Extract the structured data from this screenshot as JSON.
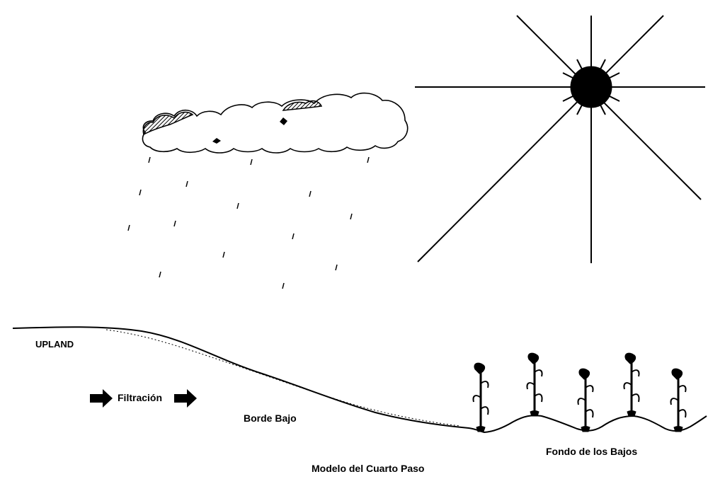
{
  "diagram": {
    "caption": "Modelo del Cuarto Paso",
    "labels": {
      "upland": "UPLAND",
      "filtration": "Filtración",
      "low_edge": "Borde Bajo",
      "lowland_bottom": "Fondo de los Bajos"
    },
    "elements": {
      "sun": "sun-icon",
      "cloud": "rain-cloud-icon",
      "rain": "rain-drops",
      "terrain": "hill-slope-profile",
      "crops": "corn-plant-icon"
    },
    "crop_count": 5,
    "arrow_count": 2,
    "colors": {
      "ink": "#000000",
      "background": "#ffffff"
    }
  }
}
